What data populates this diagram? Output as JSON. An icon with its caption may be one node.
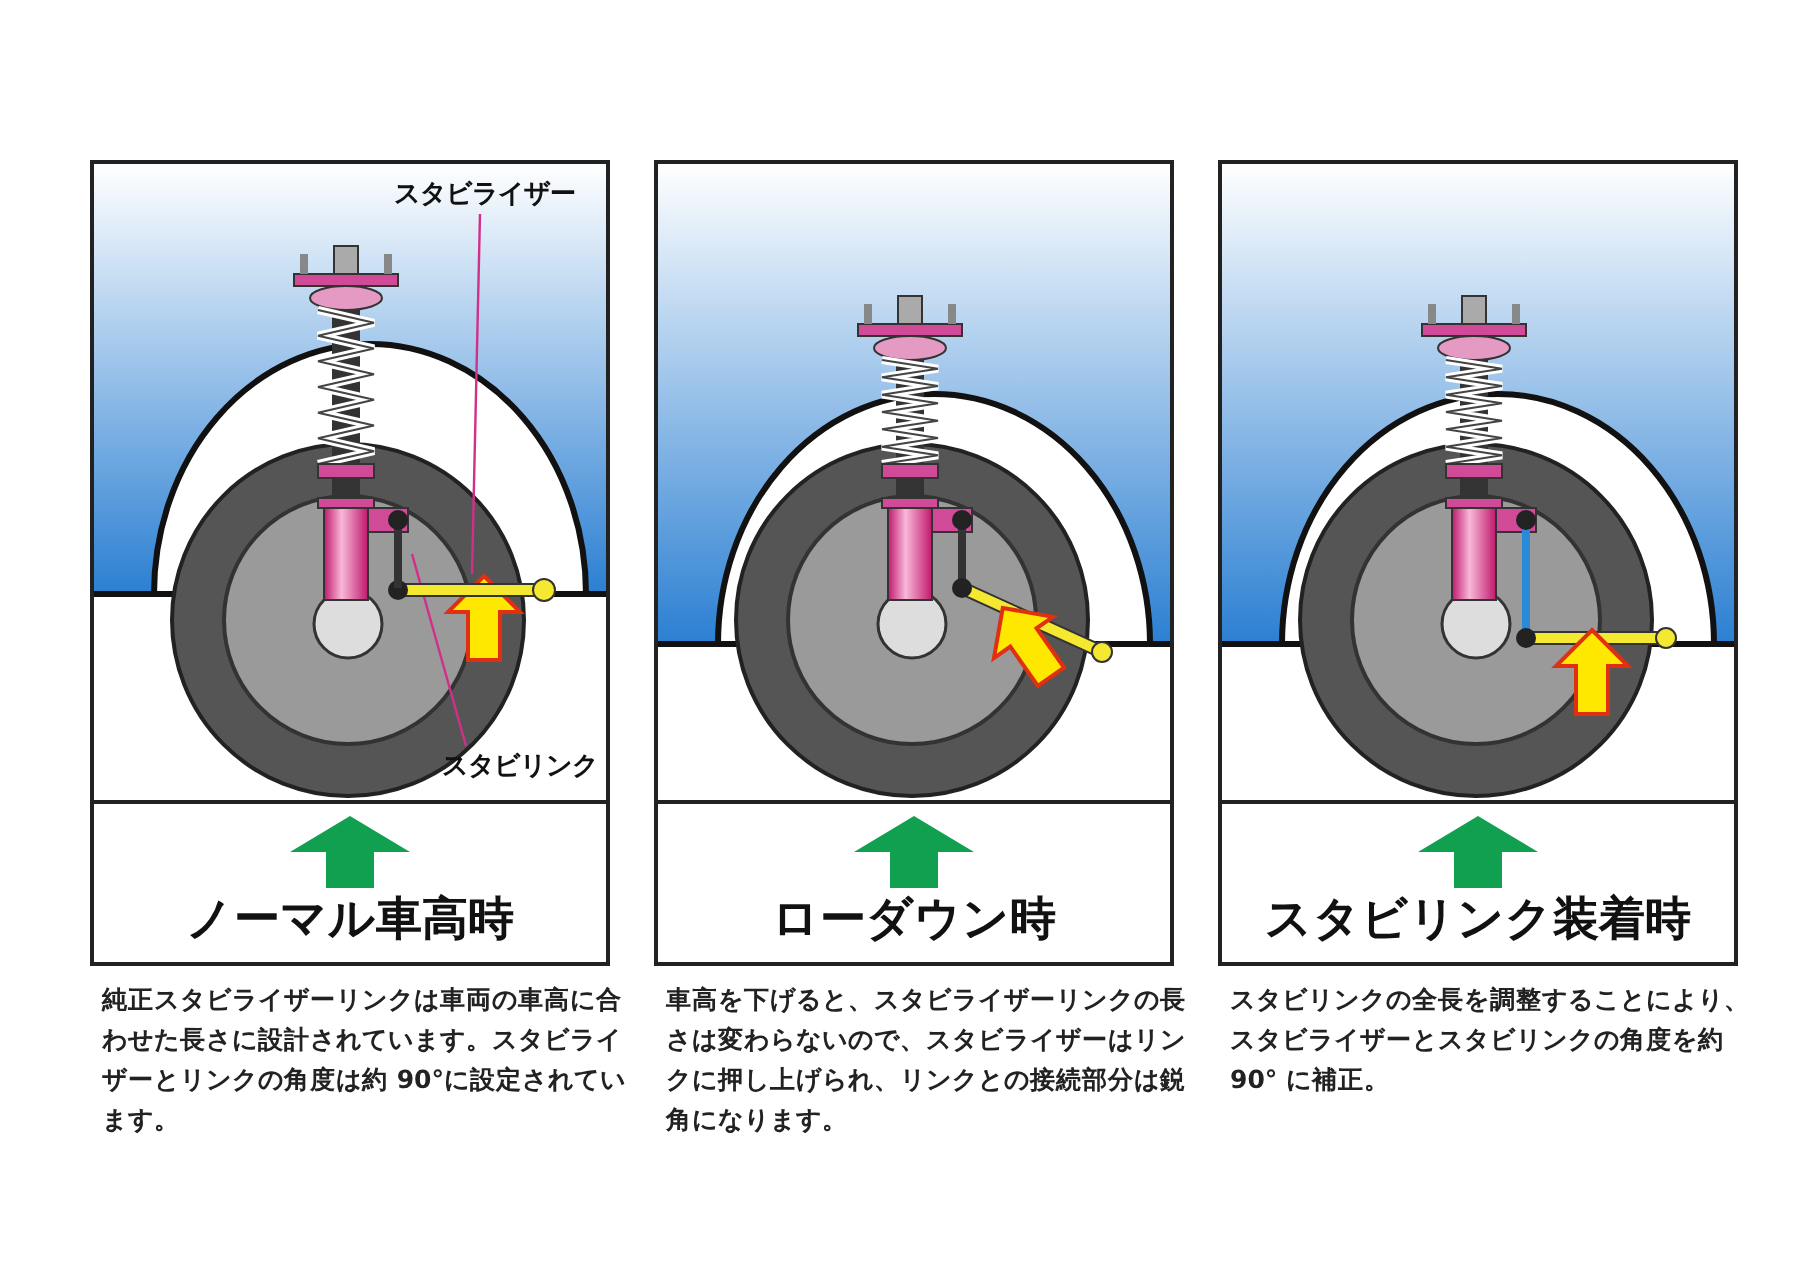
{
  "diagram": {
    "nodes": [
      {
        "text": [
          "ノーマル車高時"
        ],
        "beside": [
          "純正スタビライザーリンクは車両の車高に合わせた長さに設計されています。スタビライザーとリンクの角度は約 90°に設定されています。"
        ]
      },
      {
        "text": [
          "スタビライザー"
        ],
        "in": 0
      },
      {
        "text": [],
        "shape": "bar",
        "in": 0
      },
      {
        "text": [
          "スタビリンク"
        ],
        "in": 0
      },
      {
        "text": [],
        "shape": "bar",
        "in": 0
      },
      {
        "text": [
          "ローダウン時"
        ],
        "beside": [
          "車高を下げると、スタビライザーリンクの長さは変わらないので、スタビライザーはリンクに押し上げられ、リンクとの接続部分は鋭角になります。"
        ]
      },
      {
        "text": [
          "スタビリンク装着時"
        ],
        "beside": [
          "スタビリンクの全長を調整することにより、スタビライザーとスタビリンクの角度を約 90° に補正。"
        ]
      }
    ],
    "edges": [
      {
        "from": 1,
        "to": 2,
        "arrow": "none"
      },
      {
        "from": 3,
        "to": 4,
        "arrow": "none"
      }
    ]
  }
}
